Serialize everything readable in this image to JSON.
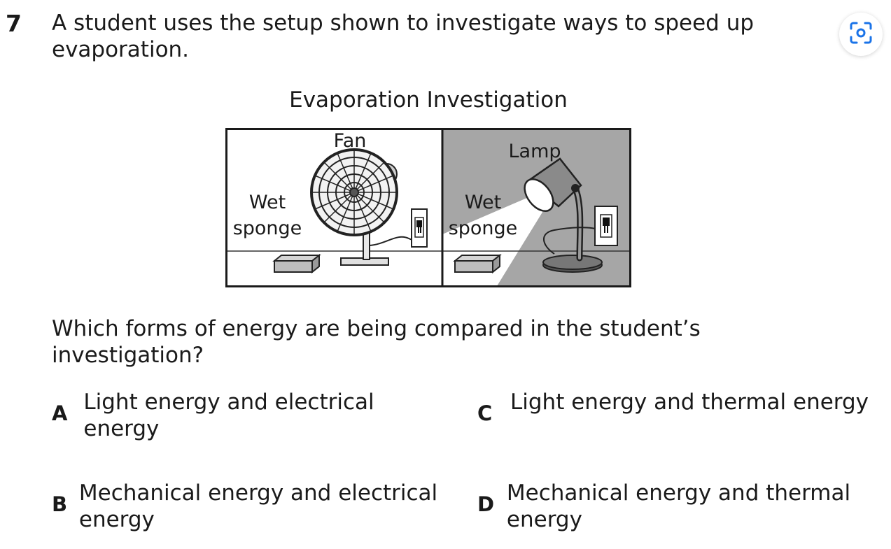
{
  "question": {
    "number": "7",
    "stem": "A student uses the setup shown to investigate ways to speed up evaporation.",
    "prompt": "Which forms of energy are being compared in the student’s investigation?"
  },
  "figure": {
    "title": "Evaporation Investigation",
    "left_panel": {
      "device_label": "Fan",
      "object_label_line1": "Wet",
      "object_label_line2": "sponge"
    },
    "right_panel": {
      "device_label": "Lamp",
      "object_label_line1": "Wet",
      "object_label_line2": "sponge"
    }
  },
  "choices": [
    {
      "letter": "A",
      "text": "Light energy and electrical energy"
    },
    {
      "letter": "B",
      "text": "Mechanical energy and electrical energy"
    },
    {
      "letter": "C",
      "text": "Light energy and thermal energy"
    },
    {
      "letter": "D",
      "text": "Mechanical energy and thermal energy"
    }
  ],
  "icons": {
    "lens_button": "visual-search-icon"
  },
  "colors": {
    "accent": "#1a73e8",
    "panel_shaded": "#a6a6a6"
  }
}
